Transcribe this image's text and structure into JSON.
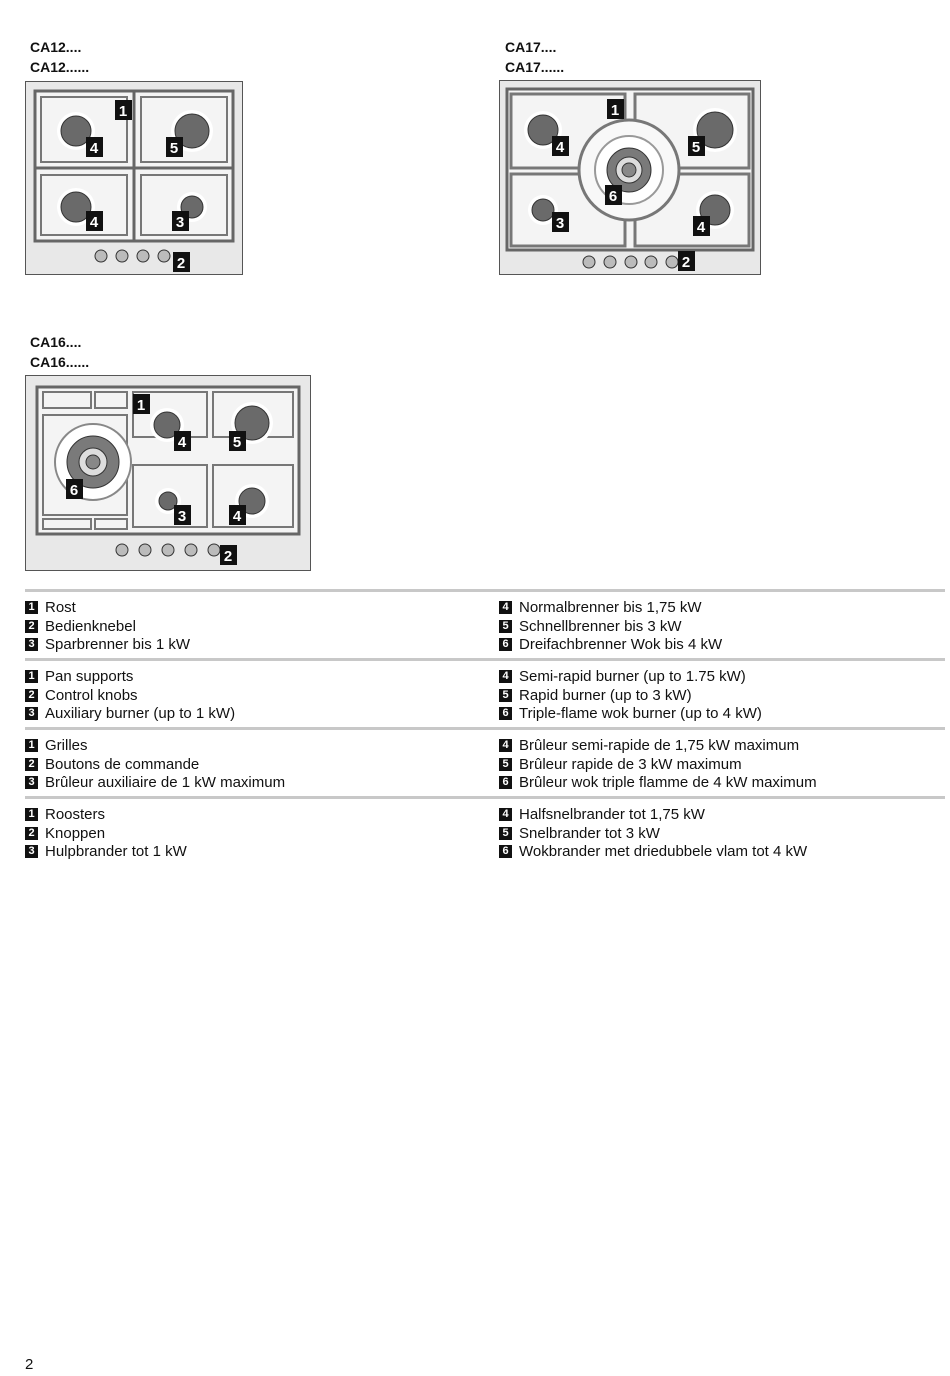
{
  "models": {
    "ca12": {
      "line1": "CA12....",
      "line2": "CA12......"
    },
    "ca17": {
      "line1": "CA17....",
      "line2": "CA17......"
    },
    "ca16": {
      "line1": "CA16....",
      "line2": "CA16......"
    }
  },
  "callouts": {
    "c1": "1",
    "c2": "2",
    "c3": "3",
    "c4": "4",
    "c5": "5",
    "c6": "6"
  },
  "legend": {
    "de": {
      "left": [
        {
          "n": "1",
          "text": "Rost"
        },
        {
          "n": "2",
          "text": "Bedienknebel"
        },
        {
          "n": "3",
          "text": "Sparbrenner bis 1 kW"
        }
      ],
      "right": [
        {
          "n": "4",
          "text": "Normalbrenner bis 1,75 kW"
        },
        {
          "n": "5",
          "text": "Schnellbrenner bis 3 kW"
        },
        {
          "n": "6",
          "text": "Dreifachbrenner Wok bis 4 kW"
        }
      ]
    },
    "en": {
      "left": [
        {
          "n": "1",
          "text": "Pan supports"
        },
        {
          "n": "2",
          "text": "Control knobs"
        },
        {
          "n": "3",
          "text": "Auxiliary burner (up to 1 kW)"
        }
      ],
      "right": [
        {
          "n": "4",
          "text": "Semi-rapid burner (up to 1.75 kW)"
        },
        {
          "n": "5",
          "text": "Rapid burner (up to 3 kW)"
        },
        {
          "n": "6",
          "text": "Triple-flame wok burner (up to 4 kW)"
        }
      ]
    },
    "fr": {
      "left": [
        {
          "n": "1",
          "text": "Grilles"
        },
        {
          "n": "2",
          "text": "Boutons de commande"
        },
        {
          "n": "3",
          "text": "Brûleur auxiliaire de 1 kW maximum"
        }
      ],
      "right": [
        {
          "n": "4",
          "text": "Brûleur semi-rapide de 1,75 kW maximum"
        },
        {
          "n": "5",
          "text": "Brûleur rapide de 3 kW maximum"
        },
        {
          "n": "6",
          "text": "Brûleur wok triple flamme de 4 kW maximum"
        }
      ]
    },
    "nl": {
      "left": [
        {
          "n": "1",
          "text": "Roosters"
        },
        {
          "n": "2",
          "text": "Knoppen"
        },
        {
          "n": "3",
          "text": "Hulpbrander tot 1 kW"
        }
      ],
      "right": [
        {
          "n": "4",
          "text": "Halfsnelbrander tot 1,75 kW"
        },
        {
          "n": "5",
          "text": "Snelbrander tot 3 kW"
        },
        {
          "n": "6",
          "text": "Wokbrander met driedubbele vlam tot 4 kW"
        }
      ]
    }
  },
  "page_number": "2"
}
